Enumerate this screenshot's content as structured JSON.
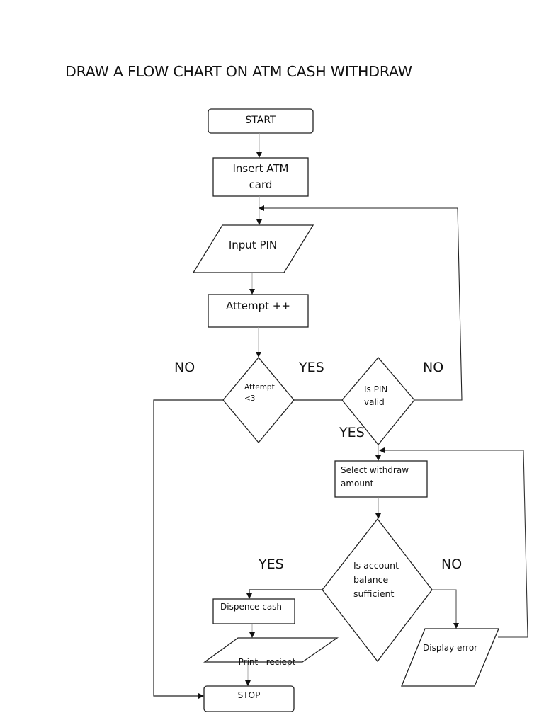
{
  "title": "DRAW A FLOW CHART ON ATM CASH WITHDRAW",
  "nodes": {
    "start": {
      "type": "terminal",
      "lines": [
        "START"
      ]
    },
    "insert_card": {
      "type": "process",
      "lines": [
        "Insert  ATM",
        "card"
      ]
    },
    "input_pin": {
      "type": "input-output",
      "lines": [
        "Input PIN"
      ]
    },
    "attempt_inc": {
      "type": "process",
      "lines": [
        "Attempt ++"
      ]
    },
    "attempt_check": {
      "type": "decision",
      "lines": [
        "Attempt",
        "<3"
      ]
    },
    "pin_valid": {
      "type": "decision",
      "lines": [
        "Is PIN",
        "valid"
      ]
    },
    "select_amount": {
      "type": "process",
      "lines": [
        "Select withdraw",
        "amount"
      ]
    },
    "balance_check": {
      "type": "decision",
      "lines": [
        "Is account",
        "balance",
        "sufficient"
      ]
    },
    "dispense_cash": {
      "type": "process",
      "lines": [
        "Dispence cash"
      ]
    },
    "print_receipt": {
      "type": "input-output",
      "lines": [
        "Print   reciept"
      ]
    },
    "display_error": {
      "type": "input-output",
      "lines": [
        "Display error"
      ]
    },
    "stop": {
      "type": "terminal",
      "lines": [
        "STOP"
      ]
    }
  },
  "edge_labels": {
    "attempt_no": "NO",
    "attempt_yes": "YES",
    "pin_no": "NO",
    "pin_yes": "YES",
    "balance_yes": "YES",
    "balance_no": "NO"
  },
  "edges": [
    {
      "from": "start",
      "to": "insert_card"
    },
    {
      "from": "insert_card",
      "to": "input_pin"
    },
    {
      "from": "input_pin",
      "to": "attempt_inc"
    },
    {
      "from": "attempt_inc",
      "to": "attempt_check"
    },
    {
      "from": "attempt_check",
      "to": "pin_valid",
      "label": "YES"
    },
    {
      "from": "attempt_check",
      "to": "stop",
      "label": "NO"
    },
    {
      "from": "pin_valid",
      "to": "input_pin",
      "label": "NO"
    },
    {
      "from": "pin_valid",
      "to": "select_amount",
      "label": "YES"
    },
    {
      "from": "select_amount",
      "to": "balance_check"
    },
    {
      "from": "balance_check",
      "to": "dispense_cash",
      "label": "YES"
    },
    {
      "from": "balance_check",
      "to": "display_error",
      "label": "NO"
    },
    {
      "from": "display_error",
      "to": "select_amount"
    },
    {
      "from": "dispense_cash",
      "to": "print_receipt"
    },
    {
      "from": "print_receipt",
      "to": "stop"
    }
  ]
}
